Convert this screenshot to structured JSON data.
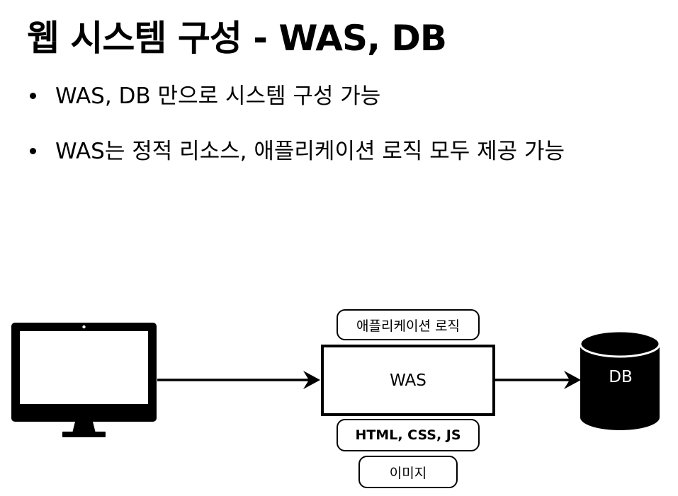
{
  "title": "웹 시스템 구성 - WAS, DB",
  "bullets": [
    "WAS, DB 만으로 시스템 구성 가능",
    "WAS는 정적 리소스, 애플리케이션 로직 모두 제공 가능"
  ],
  "diagram": {
    "client_icon": "desktop-monitor-icon",
    "was_label": "WAS",
    "app_logic_label": "애플리케이션 로직",
    "static_label": "HTML, CSS, JS",
    "image_label": "이미지",
    "db_label": "DB",
    "db_icon": "database-cylinder-icon",
    "colors": {
      "stroke": "#000000",
      "background": "#ffffff"
    }
  }
}
